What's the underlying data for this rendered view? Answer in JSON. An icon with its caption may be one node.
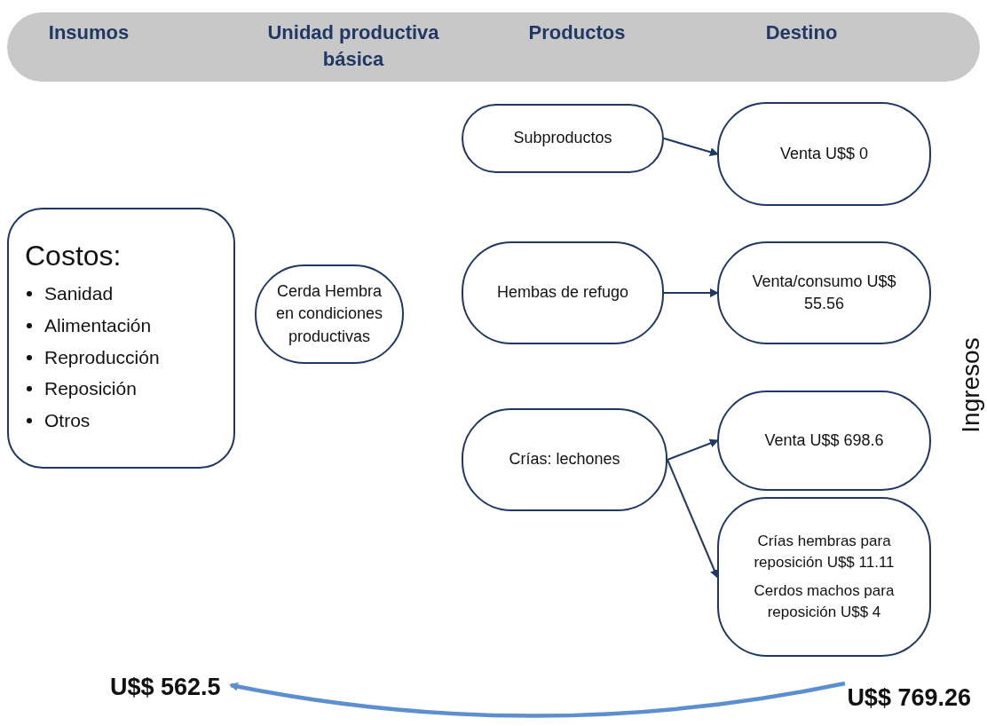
{
  "diagram": {
    "nodes": [
      {
        "text": [
          "Insumos",
          "Unidad productiva básica",
          "Productos",
          "Destino"
        ]
      },
      {
        "text": [
          "Costos:",
          "Sanidad",
          "Alimentación",
          "Reproducción",
          "Reposición",
          "Otros"
        ]
      },
      {
        "text": [
          "Cerda Hembra en condiciones productivas"
        ]
      },
      {
        "text": [
          "Subproductos"
        ]
      },
      {
        "text": [
          "Venta U$$ 0"
        ]
      },
      {
        "text": [
          "Hembas de refugo"
        ]
      },
      {
        "text": [
          "Venta/consumo U$$ 55.56"
        ]
      },
      {
        "text": [
          "Crías: lechones"
        ]
      },
      {
        "text": [
          "Venta U$$ 698.6"
        ]
      },
      {
        "text": [
          "Crías hembras para reposición U$$ 11.11",
          "Cerdos machos para reposición U$$ 4"
        ]
      },
      {
        "text": [
          "U$$ 769.26"
        ]
      },
      {
        "text": [
          "U$$ 562.5"
        ]
      }
    ],
    "edges": [
      {
        "from": 3,
        "to": 4,
        "arrow": "to"
      },
      {
        "from": 5,
        "to": 6,
        "arrow": "to"
      },
      {
        "from": 7,
        "to": 8,
        "arrow": "to"
      },
      {
        "from": 7,
        "to": 9,
        "arrow": "to"
      },
      {
        "from": 10,
        "to": 11,
        "arrow": "to",
        "style": "thick",
        "color": "#5b8fcf"
      }
    ],
    "labels": [
      "Ingresos"
    ]
  }
}
